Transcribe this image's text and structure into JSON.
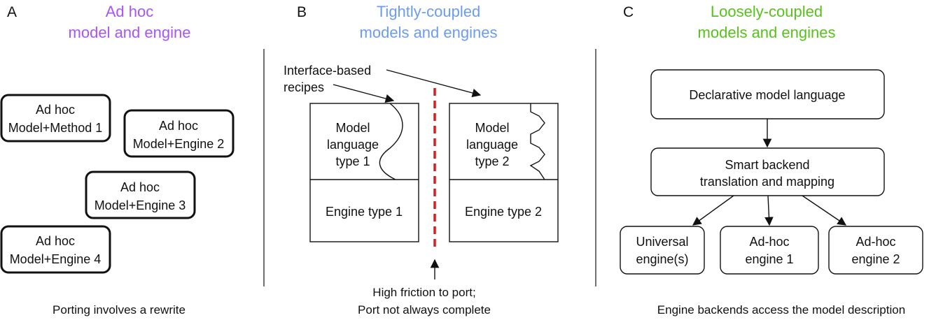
{
  "colors": {
    "panel_a_title": "#a855f7",
    "panel_b_title": "#6c9cf0",
    "panel_c_title": "#58c21c",
    "port_barrier": "#d42020",
    "ink": "#111111"
  },
  "panel_a": {
    "letter": "A",
    "title": [
      "Ad hoc",
      "model and engine"
    ],
    "boxes": [
      [
        "Ad hoc",
        "Model+Method 1"
      ],
      [
        "Ad hoc",
        "Model+Engine 2"
      ],
      [
        "Ad hoc",
        "Model+Engine 3"
      ],
      [
        "Ad hoc",
        "Model+Engine 4"
      ]
    ],
    "caption": "Porting involves a rewrite"
  },
  "panel_b": {
    "letter": "B",
    "title": [
      "Tightly-coupled",
      "models and engines"
    ],
    "recipes_label": [
      "Interface-based",
      "recipes"
    ],
    "block1": {
      "language": [
        "Model",
        "language",
        "type 1"
      ],
      "engine": "Engine type 1"
    },
    "block2": {
      "language": [
        "Model",
        "language",
        "type 2"
      ],
      "engine": "Engine type 2"
    },
    "friction_note": [
      "High friction to port;",
      "Port not always complete"
    ]
  },
  "panel_c": {
    "letter": "C",
    "title": [
      "Loosely-coupled",
      "models and engines"
    ],
    "declarative": "Declarative model language",
    "backend": [
      "Smart backend",
      "translation and mapping"
    ],
    "engines": [
      [
        "Universal",
        "engine(s)"
      ],
      [
        "Ad-hoc",
        "engine 1"
      ],
      [
        "Ad-hoc",
        "engine 2"
      ]
    ],
    "caption": "Engine backends access the model description"
  }
}
